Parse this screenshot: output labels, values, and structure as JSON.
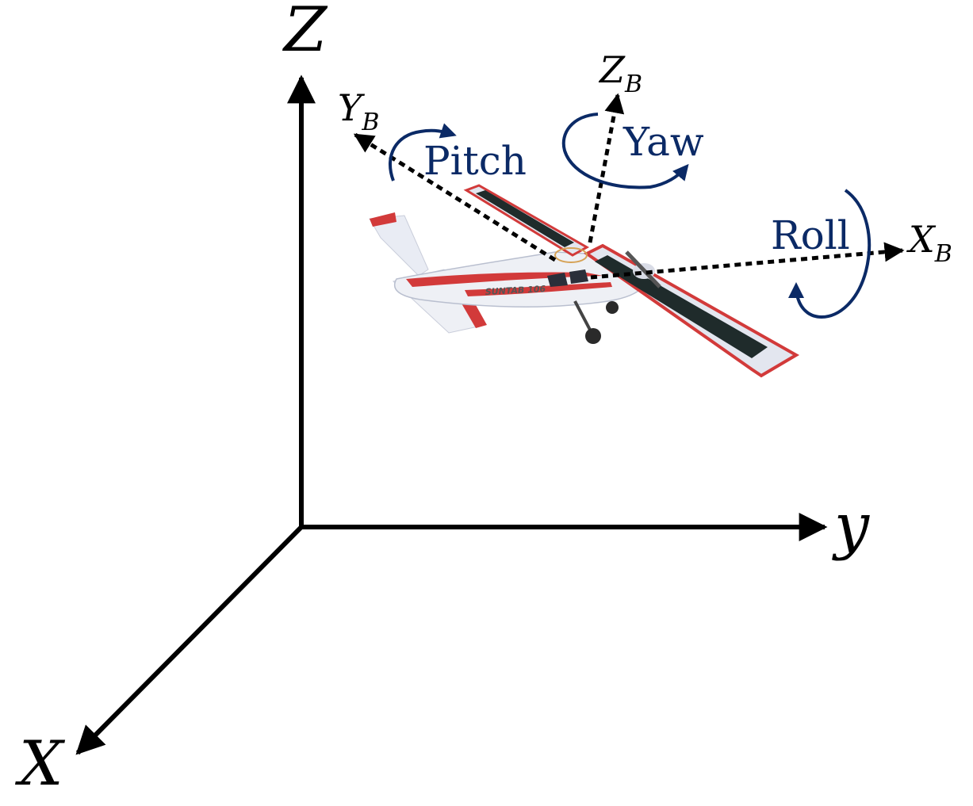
{
  "inertial_axes": {
    "z_label": "Z",
    "y_label": "y",
    "x_label": "X"
  },
  "body_axes": {
    "x": {
      "base": "X",
      "sub": "B"
    },
    "y": {
      "base": "Y",
      "sub": "B"
    },
    "z": {
      "base": "Z",
      "sub": "B"
    }
  },
  "rotations": {
    "pitch": "Pitch",
    "yaw": "Yaw",
    "roll": "Roll"
  },
  "aircraft": {
    "registration": "SUNTAB 106"
  },
  "colors": {
    "axis": "#000000",
    "rotation": "#0b2a66",
    "aircraft_trim": "#d23a3a",
    "solar_panel": "#1f2b2b",
    "fuselage": "#eef0f5"
  }
}
